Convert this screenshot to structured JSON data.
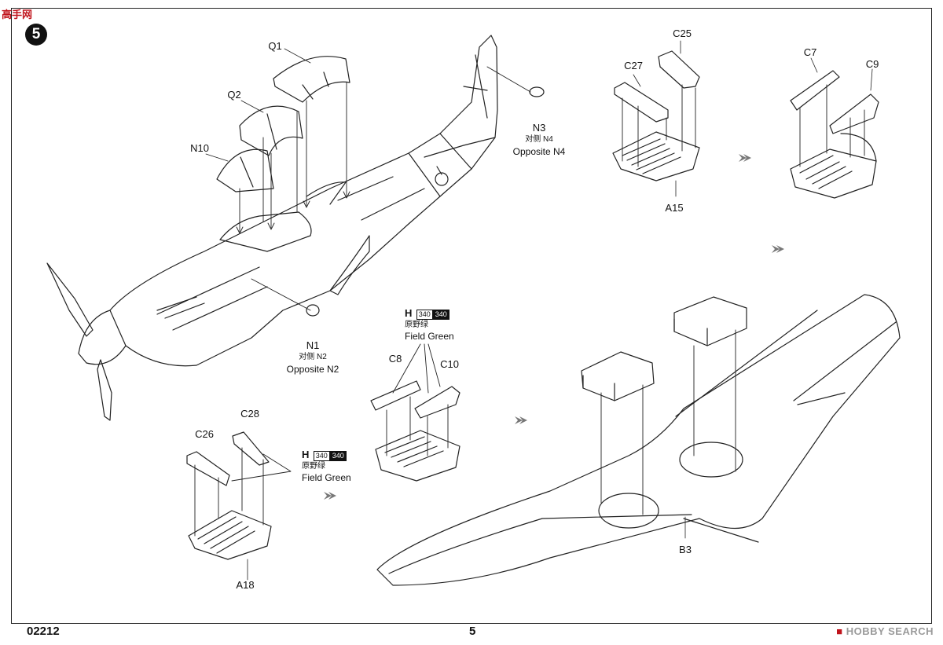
{
  "site_logo": "高手网",
  "step_number": "5",
  "part_labels": {
    "q1": "Q1",
    "q2": "Q2",
    "n10": "N10",
    "n3": "N3",
    "n3_sub_cn": "对侧 N4",
    "n3_sub_en": "Opposite N4",
    "n1": "N1",
    "n1_sub_cn": "对侧 N2",
    "n1_sub_en": "Opposite N2",
    "c25": "C25",
    "c27": "C27",
    "a15": "A15",
    "c7": "C7",
    "c9": "C9",
    "c8": "C8",
    "c10": "C10",
    "c26": "C26",
    "c28": "C28",
    "a18": "A18",
    "b3": "B3"
  },
  "paint_callouts": [
    {
      "letter": "H",
      "code_a": "340",
      "code_b": "340",
      "name_cn": "原野绿",
      "name_en": "Field Green"
    },
    {
      "letter": "H",
      "code_a": "340",
      "code_b": "340",
      "name_cn": "原野绿",
      "name_en": "Field Green"
    }
  ],
  "footer": {
    "kit_number": "02212",
    "page_number": "5",
    "watermark_brand": "HOBBY SEARCH"
  }
}
